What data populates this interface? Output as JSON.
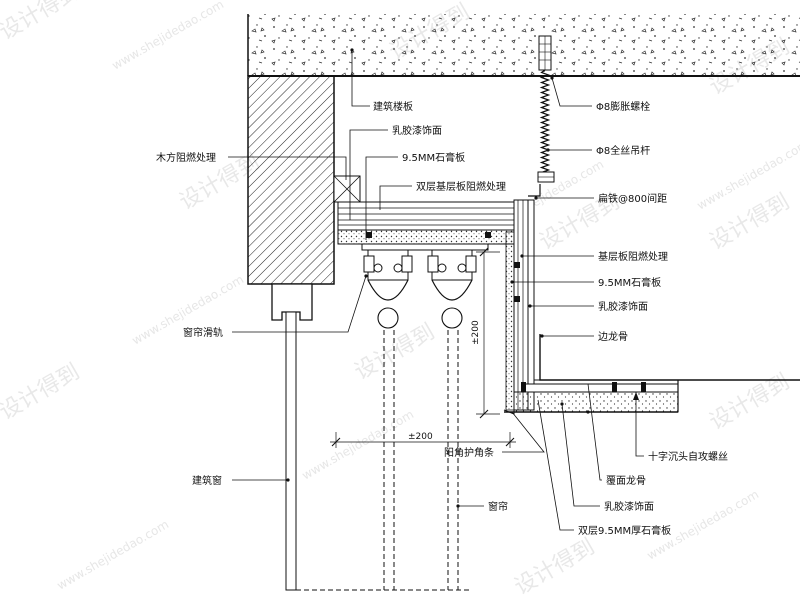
{
  "labels": {
    "floor_slab": "建筑楼板",
    "expansion_bolt": "Φ8膨胀螺栓",
    "latex_paint_top": "乳胶漆饰面",
    "threaded_rod": "Φ8全丝吊杆",
    "wood_fireproof": "木方阻燃处理",
    "gypsum_95_top": "9.5MM石膏板",
    "double_base_board": "双层基层板阻燃处理",
    "flat_iron": "扁铁@800间距",
    "base_board_fireproof": "基层板阻燃处理",
    "gypsum_95_right": "9.5MM石膏板",
    "latex_paint_right": "乳胶漆饰面",
    "curtain_rail": "窗帘滑轨",
    "edge_keel": "边龙骨",
    "building_window": "建筑窗",
    "corner_bead": "阳角护角条",
    "cross_screw": "十字沉头自攻螺丝",
    "cover_keel": "覆面龙骨",
    "latex_paint_bottom": "乳胶漆饰面",
    "curtain": "窗帘",
    "double_gypsum": "双层9.5MM厚石膏板"
  },
  "dimensions": {
    "vertical": "±200",
    "horizontal": "±200"
  },
  "watermark": {
    "text": "设计得到",
    "url": "www.shejidedao.com"
  }
}
